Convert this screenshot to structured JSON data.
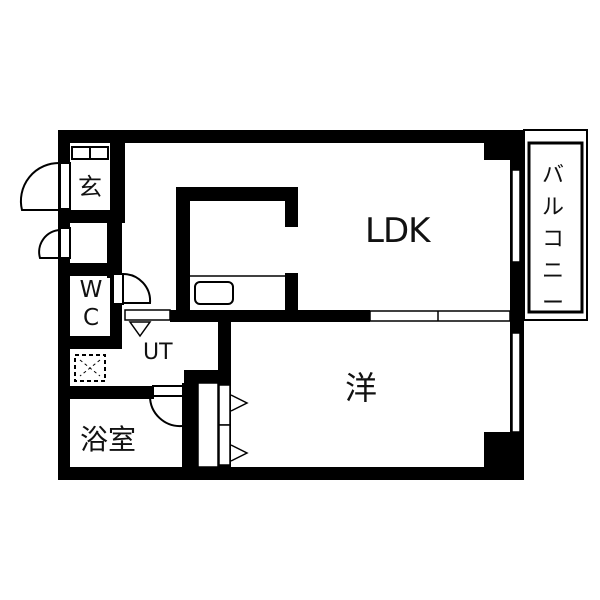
{
  "floor_plan": {
    "rooms": {
      "ldk": "LDK",
      "western_room": "洋",
      "entrance": "玄",
      "toilet": "WC",
      "utility": "UT",
      "bathroom": "浴室",
      "balcony": "バルコニー"
    },
    "colors": {
      "wall": "#000000",
      "background": "#ffffff",
      "line": "#111111"
    }
  }
}
